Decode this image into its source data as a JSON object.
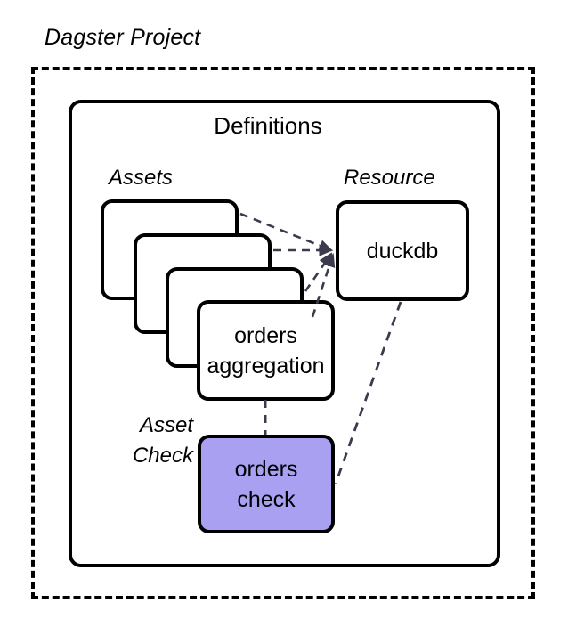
{
  "diagram": {
    "type": "block-diagram",
    "title": "Dagster Project",
    "container": {
      "label": "Definitions",
      "style": "solid-rounded-rectangle"
    },
    "boundary": {
      "label": "Dagster Project",
      "style": "dashed-rectangle"
    },
    "groups": [
      {
        "id": "assets",
        "label": "Assets",
        "style": "italic"
      },
      {
        "id": "resource",
        "label": "Resource",
        "style": "italic"
      },
      {
        "id": "asset_check",
        "label": "Asset Check",
        "label_line_1": "Asset",
        "label_line_2": "Check",
        "style": "italic"
      }
    ],
    "nodes": [
      {
        "id": "asset_1",
        "group": "assets",
        "label": "",
        "fill": "#ffffff",
        "stacked": true
      },
      {
        "id": "asset_2",
        "group": "assets",
        "label": "",
        "fill": "#ffffff",
        "stacked": true
      },
      {
        "id": "asset_3",
        "group": "assets",
        "label": "",
        "fill": "#ffffff",
        "stacked": true
      },
      {
        "id": "asset_4",
        "group": "assets",
        "label": "orders aggregation",
        "label_line_1": "orders",
        "label_line_2": "aggregation",
        "fill": "#ffffff",
        "stacked": true
      },
      {
        "id": "duckdb",
        "group": "resource",
        "label": "duckdb",
        "fill": "#ffffff"
      },
      {
        "id": "orders_check",
        "group": "asset_check",
        "label": "orders check",
        "label_line_1": "orders",
        "label_line_2": "check",
        "fill": "#a9a0f2"
      }
    ],
    "edges": [
      {
        "from": "asset_1",
        "to": "duckdb",
        "style": "dashed",
        "arrow": true
      },
      {
        "from": "asset_2",
        "to": "duckdb",
        "style": "dashed",
        "arrow": true
      },
      {
        "from": "asset_3",
        "to": "duckdb",
        "style": "dashed",
        "arrow": true
      },
      {
        "from": "asset_4",
        "to": "duckdb",
        "style": "dashed",
        "arrow": true
      },
      {
        "from": "asset_4",
        "to": "orders_check",
        "style": "dashed",
        "arrow": false
      },
      {
        "from": "duckdb",
        "to": "orders_check",
        "style": "dashed",
        "arrow": false
      }
    ],
    "colors": {
      "stroke": "#000000",
      "background": "#ffffff",
      "check_fill": "#a9a0f2",
      "edge": "#3b3b4d"
    }
  }
}
